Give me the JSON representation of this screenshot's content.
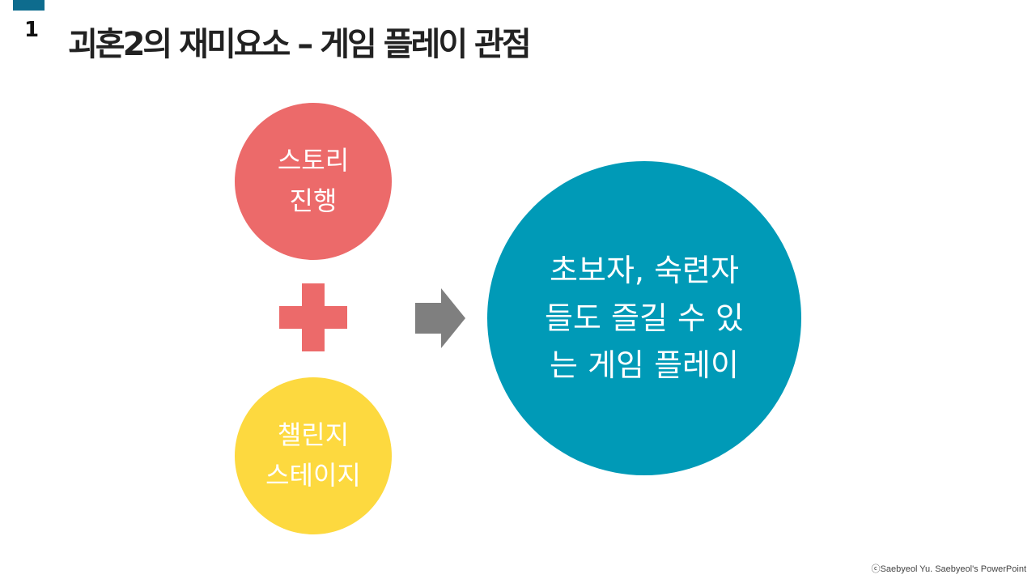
{
  "slide": {
    "number": "1",
    "title": "괴혼2의 재미요소 – 게임 플레이 관점"
  },
  "diagram": {
    "story_circle": "스토리\n진행",
    "challenge_circle": "챌린지\n스테이지",
    "result_circle": "초보자, 숙련자\n들도 즐길 수 있\n는 게임 플레이",
    "plus_symbol": "plus-icon",
    "arrow_symbol": "right-arrow-icon"
  },
  "footer": {
    "credit": "ⓒSaebyeol Yu. Saebyeol's PowerPoint"
  },
  "colors": {
    "accent_bar": "#0E6C8E",
    "story": "#EC6A6A",
    "plus": "#EC6A6A",
    "challenge": "#FDD93F",
    "result": "#009AB7",
    "arrow": "#7F7F7F"
  }
}
